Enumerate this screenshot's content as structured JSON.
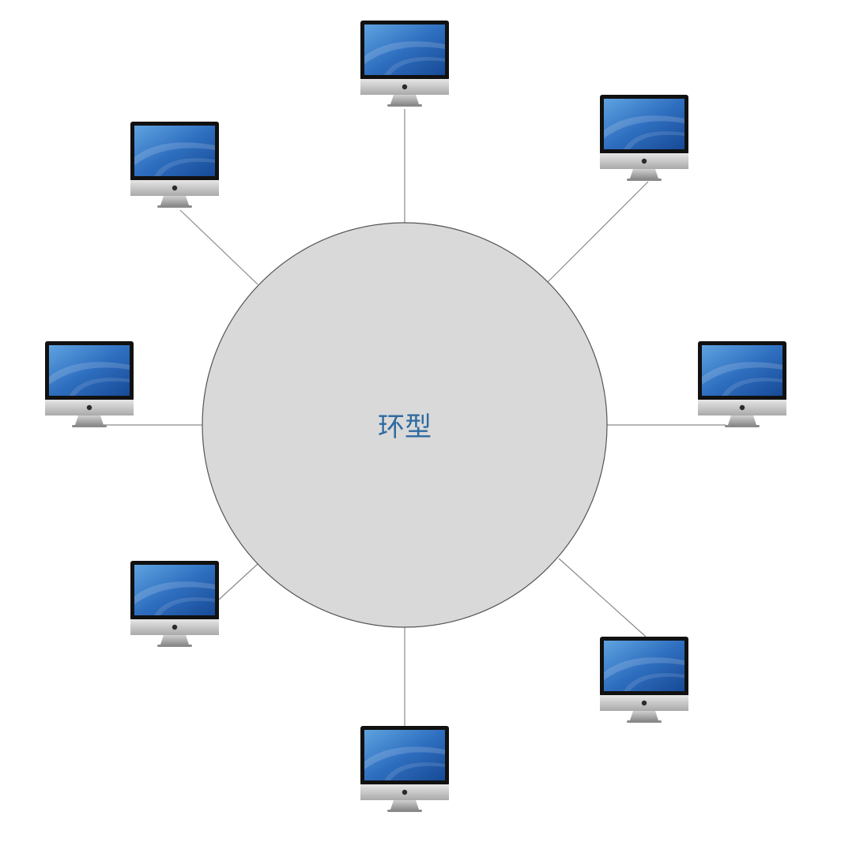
{
  "diagram": {
    "center_label": "环型",
    "hub_fill": "#d9d9d9",
    "hub_stroke": "#555555",
    "link_color": "#8a8a8a",
    "label_color": "#2e6aa0",
    "nodes": [
      {
        "id": "top",
        "icon": "imac-computer-icon"
      },
      {
        "id": "top-right",
        "icon": "imac-computer-icon"
      },
      {
        "id": "right",
        "icon": "imac-computer-icon"
      },
      {
        "id": "bottom-right",
        "icon": "imac-computer-icon"
      },
      {
        "id": "bottom",
        "icon": "imac-computer-icon"
      },
      {
        "id": "bottom-left",
        "icon": "imac-computer-icon"
      },
      {
        "id": "left",
        "icon": "imac-computer-icon"
      },
      {
        "id": "top-left",
        "icon": "imac-computer-icon"
      }
    ]
  }
}
